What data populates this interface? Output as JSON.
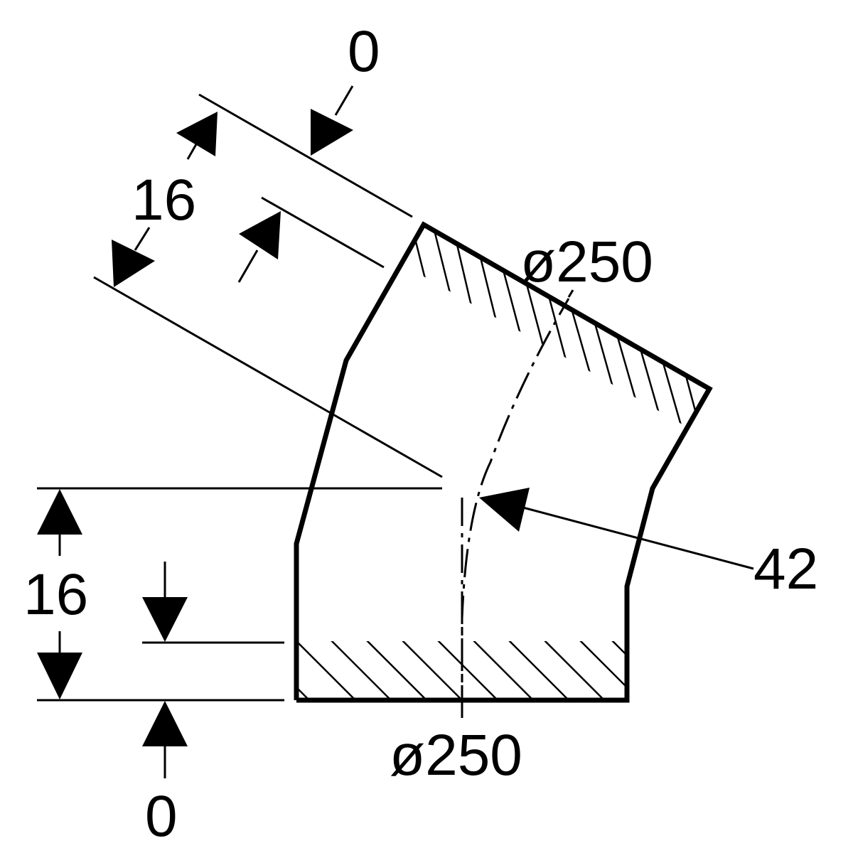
{
  "labels": {
    "top_offset": "0",
    "angled_length": "16",
    "top_diameter": "ø250",
    "bend_angle": "42",
    "bottom_length": "16",
    "bottom_offset": "0",
    "bottom_diameter": "ø250"
  }
}
